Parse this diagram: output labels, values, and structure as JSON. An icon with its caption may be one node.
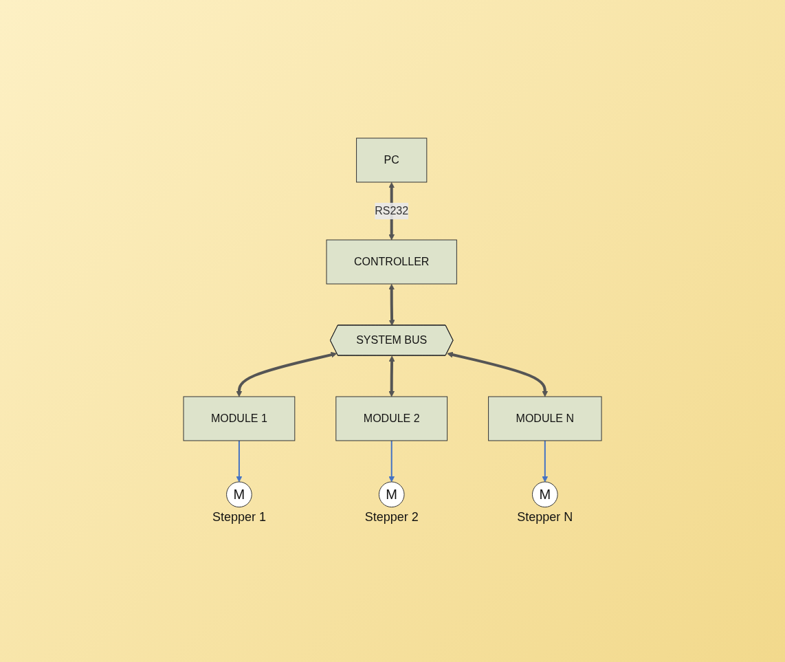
{
  "diagram": {
    "nodes": [
      {
        "text": [
          "PC"
        ]
      },
      {
        "text": [
          "CONTROLLER"
        ]
      },
      {
        "text": [
          "SYSTEM BUS"
        ]
      },
      {
        "text": [
          "MODULE 1"
        ]
      },
      {
        "text": [
          "MODULE 2"
        ]
      },
      {
        "text": [
          "MODULE N"
        ]
      },
      {
        "text": [
          "M"
        ],
        "beside": [
          "Stepper 1"
        ]
      },
      {
        "text": [
          "M"
        ],
        "beside": [
          "Stepper 2"
        ]
      },
      {
        "text": [
          "M"
        ],
        "beside": [
          "Stepper N"
        ]
      }
    ],
    "edges": [
      {
        "from": 0,
        "to": 1,
        "arrow": "both",
        "label": "RS232"
      },
      {
        "from": 1,
        "to": 2,
        "arrow": "both"
      },
      {
        "from": 2,
        "to": 3,
        "arrow": "both"
      },
      {
        "from": 2,
        "to": 4,
        "arrow": "both"
      },
      {
        "from": 2,
        "to": 5,
        "arrow": "both"
      },
      {
        "from": 3,
        "to": 6,
        "arrow": "to",
        "color": "#4472c4"
      },
      {
        "from": 4,
        "to": 7,
        "arrow": "to",
        "color": "#4472c4"
      },
      {
        "from": 5,
        "to": 8,
        "arrow": "to",
        "color": "#4472c4"
      }
    ]
  }
}
